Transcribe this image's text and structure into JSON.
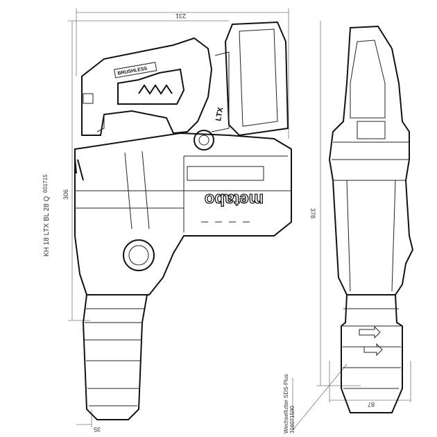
{
  "drawing": {
    "model": "KH 18 LTX BL 28 Q",
    "article_number": "601715",
    "brand": "metabo",
    "labels": {
      "brushless": "BRUSHLESS",
      "ltx": "LTX"
    },
    "dimensions": {
      "width_top": "231",
      "height_side": "306",
      "height_front": "378",
      "width_front": "87",
      "chuck_offset": "35"
    },
    "chuck_note": {
      "line1": "Wechselfutter SDS-Plus",
      "line2": "316071590"
    }
  }
}
